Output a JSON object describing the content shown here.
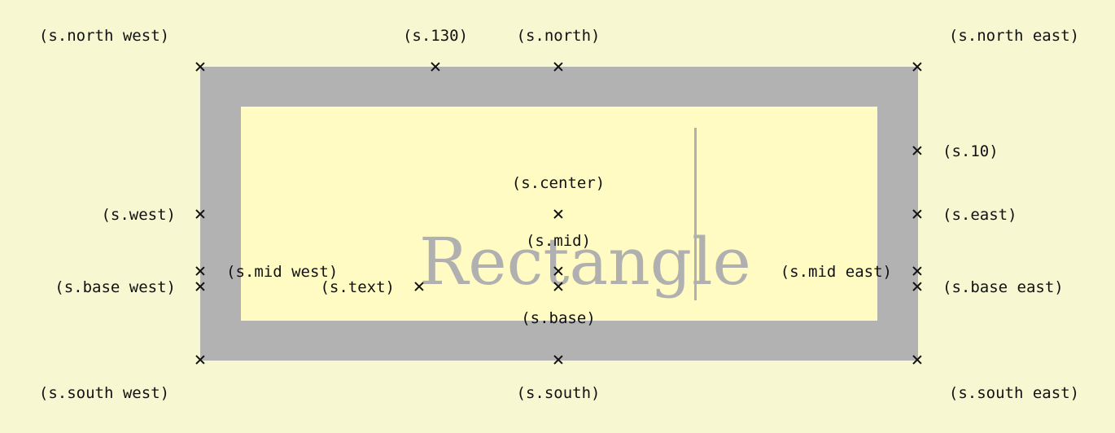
{
  "diagram": {
    "shape_text": "Rectangle",
    "colors": {
      "background": "#f7f7d2",
      "outer_fill": "#b2b2b2",
      "inner_fill": "#fffbc3",
      "text": "#b0b0b0"
    },
    "anchors": [
      {
        "key": "north_west",
        "label": "(s.north west)"
      },
      {
        "key": "a130",
        "label": "(s.130)"
      },
      {
        "key": "north",
        "label": "(s.north)"
      },
      {
        "key": "north_east",
        "label": "(s.north east)"
      },
      {
        "key": "a10",
        "label": "(s.10)"
      },
      {
        "key": "center",
        "label": "(s.center)"
      },
      {
        "key": "west",
        "label": "(s.west)"
      },
      {
        "key": "east",
        "label": "(s.east)"
      },
      {
        "key": "mid",
        "label": "(s.mid)"
      },
      {
        "key": "mid_west",
        "label": "(s.mid west)"
      },
      {
        "key": "mid_east",
        "label": "(s.mid east)"
      },
      {
        "key": "base_west",
        "label": "(s.base west)"
      },
      {
        "key": "text",
        "label": "(s.text)"
      },
      {
        "key": "base_east",
        "label": "(s.base east)"
      },
      {
        "key": "base",
        "label": "(s.base)"
      },
      {
        "key": "south_west",
        "label": "(s.south west)"
      },
      {
        "key": "south",
        "label": "(s.south)"
      },
      {
        "key": "south_east",
        "label": "(s.south east)"
      }
    ]
  }
}
